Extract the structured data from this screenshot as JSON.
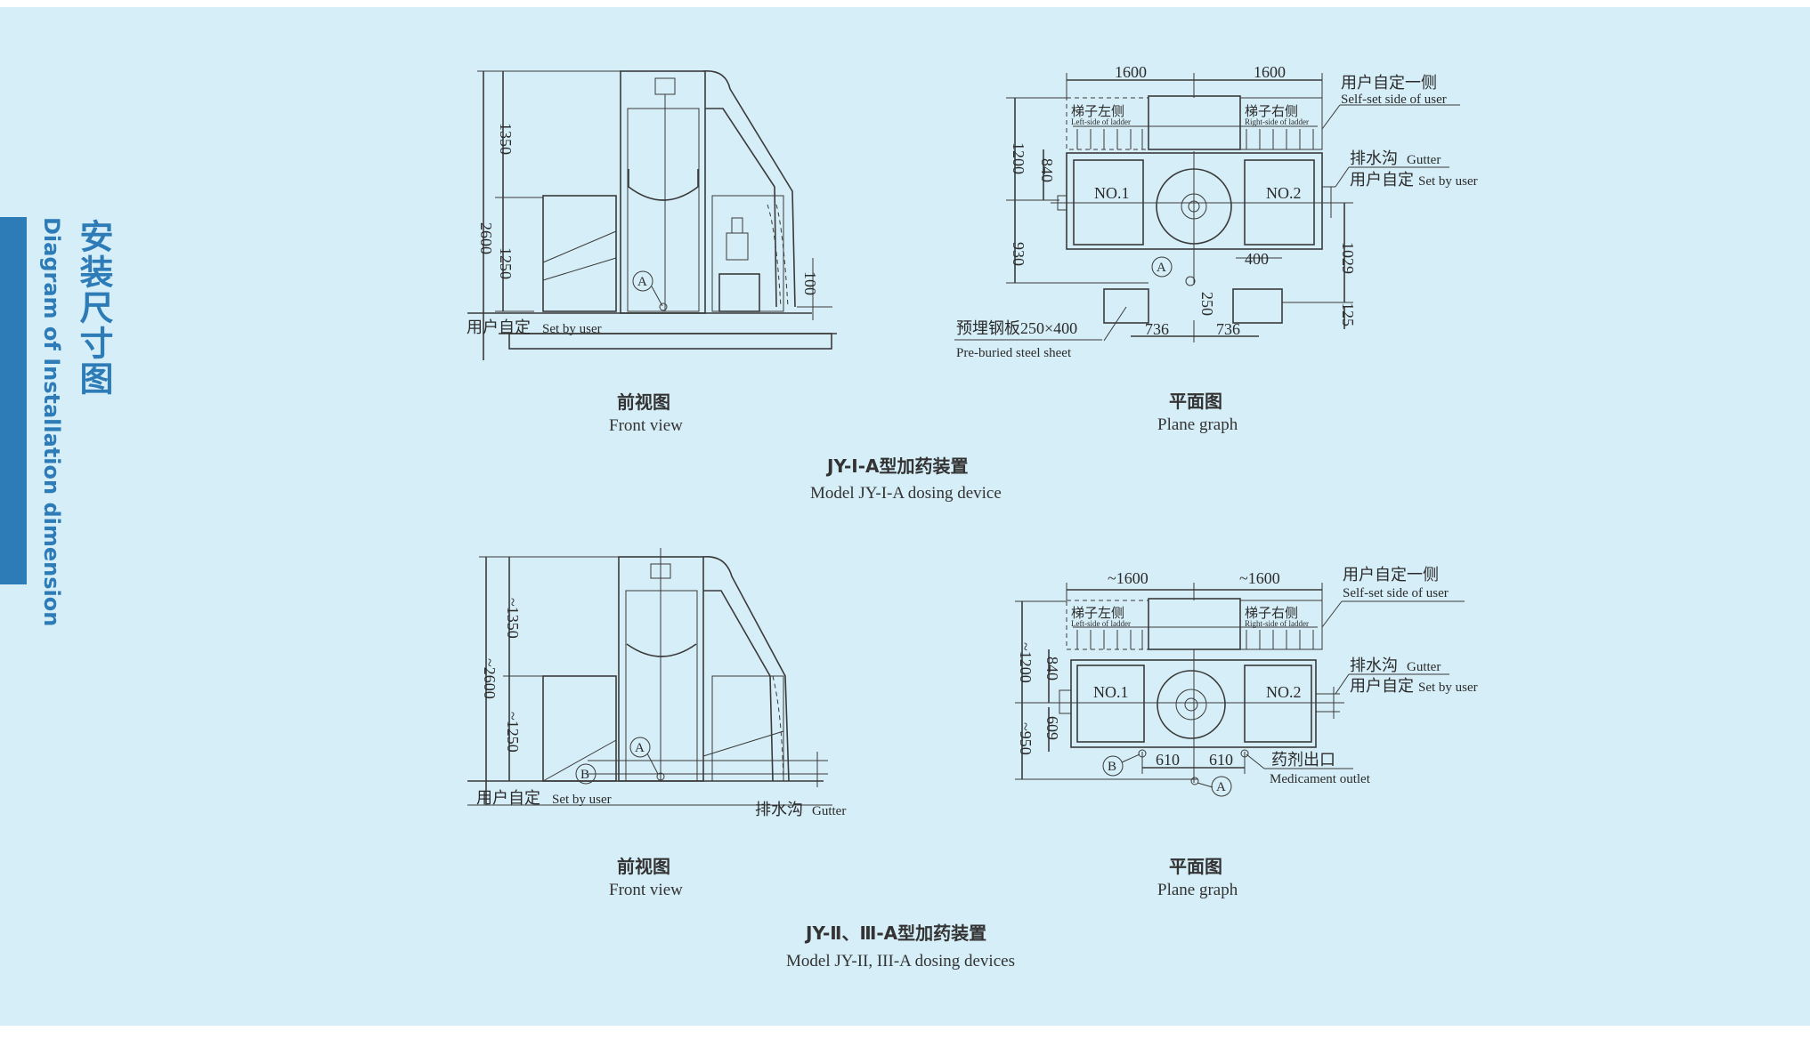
{
  "sidebar": {
    "title_cn": "安装尺寸图",
    "title_en": "Diagram of Installation dimension"
  },
  "model1": {
    "caption_cn": "JY-Ⅰ-A型加药装置",
    "caption_en": "Model JY-I-A dosing device",
    "front": {
      "title_cn": "前视图",
      "title_en": "Front view",
      "dim_total": "2600",
      "dim_upper": "1350",
      "dim_lower": "1250",
      "dim_right": "100",
      "marker_a": "A",
      "label_cn": "用户自定",
      "label_en": "Set by user"
    },
    "plane": {
      "title_cn": "平面图",
      "title_en": "Plane graph",
      "dim_top_left": "1600",
      "dim_top_right": "1600",
      "dim_left_total": "1200",
      "dim_left_inner": "840",
      "dim_left_lower": "930",
      "dim_right_1029": "1029",
      "dim_right_125": "125",
      "dim_400": "400",
      "dim_250": "250",
      "dim_bottom_left": "736",
      "dim_bottom_right": "736",
      "tank1": "NO.1",
      "tank2": "NO.2",
      "marker_a": "A",
      "ladder_left_cn": "梯子左侧",
      "ladder_left_en": "Left-side of ladder",
      "ladder_right_cn": "梯子右侧",
      "ladder_right_en": "Right-side of ladder",
      "self_set_cn": "用户自定一侧",
      "self_set_en": "Self-set side of user",
      "gutter_cn": "排水沟",
      "gutter_en": "Gutter",
      "set_by_user_cn": "用户自定",
      "set_by_user_en": "Set by user",
      "steel_cn": "预埋钢板250×400",
      "steel_en": "Pre-buried steel sheet"
    }
  },
  "model2": {
    "caption_cn": "JY-Ⅱ、Ⅲ-A型加药装置",
    "caption_en": "Model JY-II, III-A dosing devices",
    "front": {
      "title_cn": "前视图",
      "title_en": "Front view",
      "dim_total": "~2600",
      "dim_upper": "~1350",
      "dim_lower": "~1250",
      "marker_a": "A",
      "marker_b": "B",
      "label_cn": "用户自定",
      "label_en": "Set by user",
      "gutter_cn": "排水沟",
      "gutter_en": "Gutter"
    },
    "plane": {
      "title_cn": "平面图",
      "title_en": "Plane graph",
      "dim_top_left": "~1600",
      "dim_top_right": "~1600",
      "dim_left_total": "~1200",
      "dim_left_inner": "840",
      "dim_left_lower": "~950",
      "dim_609": "609",
      "dim_bottom_left": "610",
      "dim_bottom_right": "610",
      "tank1": "NO.1",
      "tank2": "NO.2",
      "marker_a": "A",
      "marker_b": "B",
      "ladder_left_cn": "梯子左侧",
      "ladder_left_en": "Left-side of ladder",
      "ladder_right_cn": "梯子右侧",
      "ladder_right_en": "Right-side of ladder",
      "self_set_cn": "用户自定一侧",
      "self_set_en": "Self-set side of user",
      "gutter_cn": "排水沟",
      "gutter_en": "Gutter",
      "set_by_user_cn": "用户自定",
      "set_by_user_en": "Set by user",
      "outlet_cn": "药剂出口",
      "outlet_en": "Medicament outlet"
    }
  }
}
